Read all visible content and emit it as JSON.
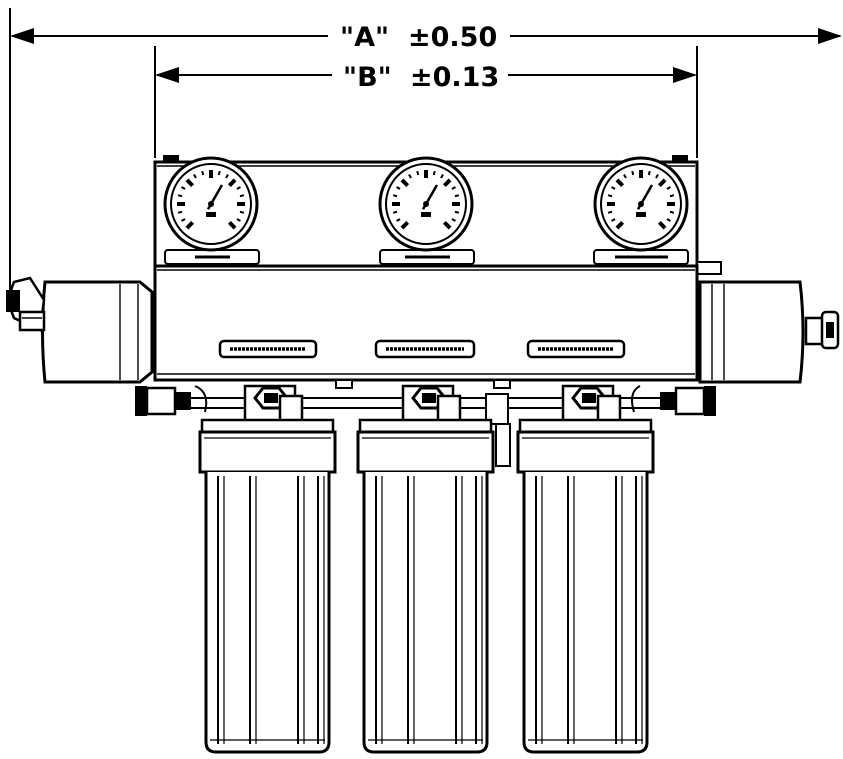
{
  "dimensions": {
    "a": {
      "label": "\"A\"",
      "tolerance": "±0.50"
    },
    "b": {
      "label": "\"B\"",
      "tolerance": "±0.13"
    }
  },
  "gauges": [
    {
      "id": "left"
    },
    {
      "id": "center"
    },
    {
      "id": "right"
    }
  ],
  "filters": [
    {
      "id": "left"
    },
    {
      "id": "center"
    },
    {
      "id": "right"
    }
  ]
}
